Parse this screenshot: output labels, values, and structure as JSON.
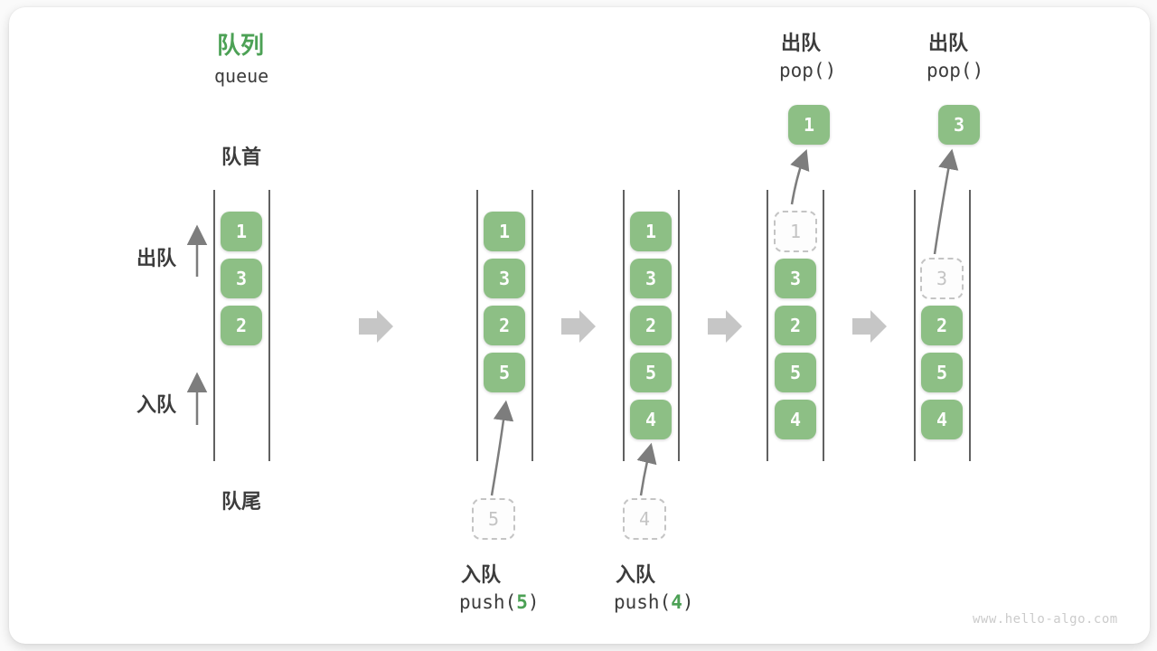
{
  "title": {
    "zh": "队列",
    "en": "queue"
  },
  "labels": {
    "front": "队首",
    "rear": "队尾",
    "dequeue": "出队",
    "enqueue": "入队"
  },
  "operations": {
    "push5": {
      "zh": "入队",
      "code_pre": "push(",
      "arg": "5",
      "code_post": ")"
    },
    "push4": {
      "zh": "入队",
      "code_pre": "push(",
      "arg": "4",
      "code_post": ")"
    },
    "pop1": {
      "zh": "出队",
      "code": "pop()"
    },
    "pop2": {
      "zh": "出队",
      "code": "pop()"
    }
  },
  "states": {
    "s1": {
      "cells": {
        "c0": "1",
        "c1": "3",
        "c2": "2"
      }
    },
    "s2": {
      "cells": {
        "c0": "1",
        "c1": "3",
        "c2": "2",
        "c3": "5"
      },
      "incoming": "5"
    },
    "s3": {
      "cells": {
        "c0": "1",
        "c1": "3",
        "c2": "2",
        "c3": "5",
        "c4": "4"
      },
      "incoming": "4"
    },
    "s4": {
      "cells": {
        "c1": "3",
        "c2": "2",
        "c3": "5",
        "c4": "4"
      },
      "removed": "1",
      "popped": "1"
    },
    "s5": {
      "cells": {
        "c2": "2",
        "c3": "5",
        "c4": "4"
      },
      "removed": "3",
      "popped": "3"
    }
  },
  "watermark": "www.hello-algo.com",
  "colors": {
    "green": "#8dbf85",
    "title-green": "#4ca155",
    "arg-green": "#4ca155",
    "line-gray": "#616161",
    "ghost-gray": "#c4c4c4",
    "arrow-gray": "#7d7d7d",
    "block-gray": "#c6c6c6",
    "watermark-gray": "#cbcbcb"
  }
}
